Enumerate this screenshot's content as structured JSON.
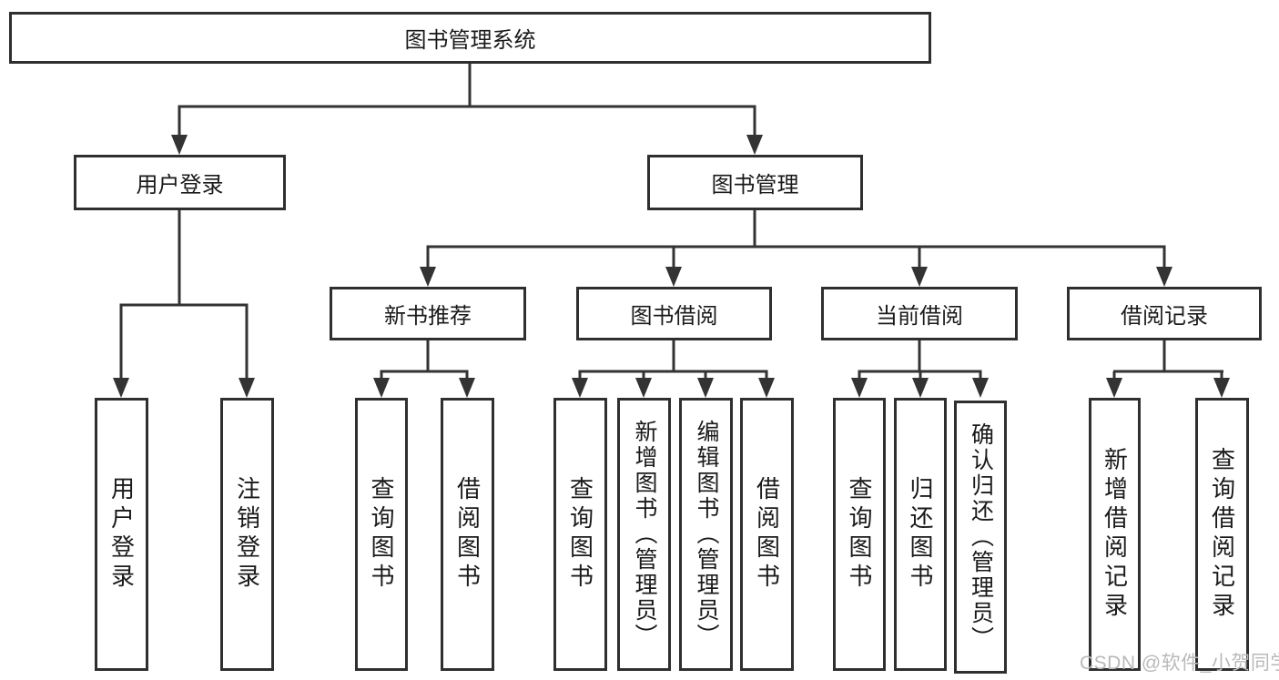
{
  "tree": {
    "root": {
      "label": "图书管理系统"
    },
    "level2": [
      {
        "label": "用户登录"
      },
      {
        "label": "图书管理"
      }
    ],
    "level3": [
      {
        "label": "新书推荐"
      },
      {
        "label": "图书借阅"
      },
      {
        "label": "当前借阅"
      },
      {
        "label": "借阅记录"
      }
    ],
    "leaves": {
      "user_login_group": [
        {
          "label": "用户登录"
        },
        {
          "label": "注销登录"
        }
      ],
      "new_book_group": [
        {
          "label": "查询图书"
        },
        {
          "label": "借阅图书"
        }
      ],
      "borrow_group": [
        {
          "label": "查询图书"
        },
        {
          "label": "新增图书（管理员）"
        },
        {
          "label": "编辑图书（管理员）"
        },
        {
          "label": "借阅图书"
        }
      ],
      "current_group": [
        {
          "label": "查询图书"
        },
        {
          "label": "归还图书"
        },
        {
          "label": "确认归还（管理员）"
        }
      ],
      "record_group": [
        {
          "label": "新增借阅记录"
        },
        {
          "label": "查询借阅记录"
        }
      ]
    }
  },
  "watermark": {
    "text": "CSDN @软件_小贺同学"
  },
  "colors": {
    "line": "#333333",
    "box_border": "#2f2f2f",
    "text": "#1a1a1a",
    "watermark": "#b9b9b9",
    "background": "#ffffff"
  }
}
